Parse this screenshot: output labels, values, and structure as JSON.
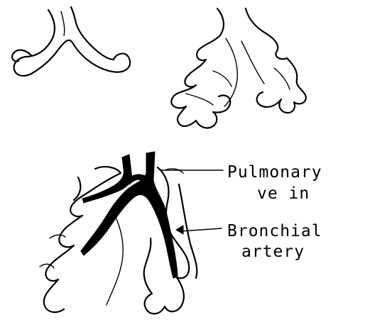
{
  "labels": {
    "pulmonary_line1": "Pulmonary",
    "pulmonary_line2": "ve in",
    "bronchial_line1": "Bronchial",
    "bronchial_line2": "artery"
  }
}
